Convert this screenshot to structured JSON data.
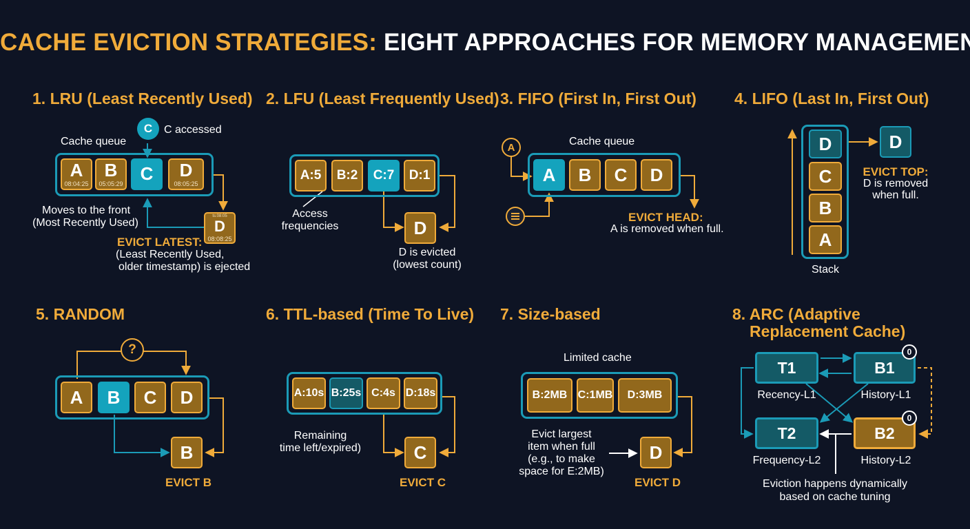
{
  "title": {
    "part1": "CACHE EVICTION STRATEGIES:",
    "part2": "EIGHT APPROACHES FOR MEMORY MANAGEMENT"
  },
  "colors": {
    "gold": "#f0ab3a",
    "teal": "#1b9bb7",
    "background": "#0e1424"
  },
  "lru": {
    "heading": "1. LRU (Least Recently Used)",
    "queue_label": "Cache queue",
    "accessed_badge": "C",
    "accessed_label": "C accessed",
    "items": [
      {
        "key": "A",
        "time": "08:04:25"
      },
      {
        "key": "B",
        "time": "05:05:29"
      },
      {
        "key": "C",
        "time": ""
      },
      {
        "key": "D",
        "time": "08:05:25"
      }
    ],
    "moves_line1": "Moves to the front",
    "moves_line2": "(Most Recently Used)",
    "evicted": {
      "key": "D",
      "tag": "ts:08:05",
      "time": "08:08:25"
    },
    "evict_title": "EVICT LATEST:",
    "evict_line1": "(Least Recently Used,",
    "evict_line2": "older timestamp) is ejected"
  },
  "lfu": {
    "heading": "2. LFU (Least Frequently Used)",
    "items": [
      "A:5",
      "B:2",
      "C:7",
      "D:1"
    ],
    "evicted": "D",
    "access_line1": "Access",
    "access_line2": "frequencies",
    "result_line1": "D is evicted",
    "result_line2": "(lowest count)"
  },
  "fifo": {
    "heading": "3. FIFO (First In, First Out)",
    "queue_label": "Cache queue",
    "incoming": "A",
    "items": [
      "A",
      "B",
      "C",
      "D"
    ],
    "evict_title": "EVICT HEAD:",
    "evict_text": "A is removed when full."
  },
  "lifo": {
    "heading": "4. LIFO (Last In, First Out)",
    "stack": [
      "D",
      "C",
      "B",
      "A"
    ],
    "evicted": "D",
    "evict_title": "EVICT TOP:",
    "evict_line1": "D is removed",
    "evict_line2": "when full.",
    "stack_label": "Stack"
  },
  "random": {
    "heading": "5. RANDOM",
    "question": "?",
    "items": [
      "A",
      "B",
      "C",
      "D"
    ],
    "evicted": "B",
    "evict_label": "EVICT B"
  },
  "ttl": {
    "heading": "6. TTL-based (Time To Live)",
    "items": [
      "A:10s",
      "B:25s",
      "C:4s",
      "D:18s"
    ],
    "evicted": "C",
    "remaining_line1": "Remaining",
    "remaining_line2": "time left/expired)",
    "evict_label": "EVICT C"
  },
  "size": {
    "heading": "7. Size-based",
    "cache_label": "Limited cache",
    "items": [
      "B:2MB",
      "C:1MB",
      "D:3MB"
    ],
    "evicted": "D",
    "note_line1": "Evict largest",
    "note_line2": "item when full",
    "note_line3": "(e.g., to make",
    "note_line4": "space for E:2MB)",
    "evict_label": "EVICT D"
  },
  "arc": {
    "heading_line1": "8. ARC (Adaptive",
    "heading_line2": "Replacement Cache)",
    "t1": "T1",
    "t1_label": "Recency-L1",
    "b1": "B1",
    "b1_label": "History-L1",
    "b1_badge": "0",
    "t2": "T2",
    "t2_label": "Frequency-L2",
    "b2": "B2",
    "b2_label": "History-L2",
    "b2_badge": "0",
    "note_line1": "Eviction happens dynamically",
    "note_line2": "based on cache tuning"
  }
}
